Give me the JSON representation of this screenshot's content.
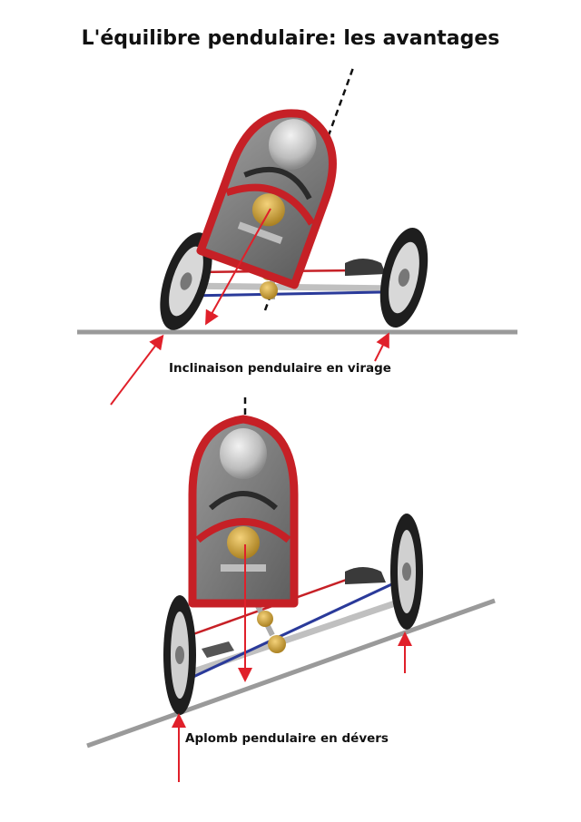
{
  "title": "L'équilibre pendulaire: les avantages",
  "captions": {
    "top": "Inclinaison pendulaire en virage",
    "bottom": "Aplomb pendulaire en dévers"
  },
  "colors": {
    "frame_red": "#c62026",
    "arrow_red": "#e0202a",
    "ground_gray": "#9a9a9a",
    "tie_rod_blue": "#2a3a9a",
    "seat_gold": "#c8a030",
    "tire_black": "#1e1e1e"
  }
}
